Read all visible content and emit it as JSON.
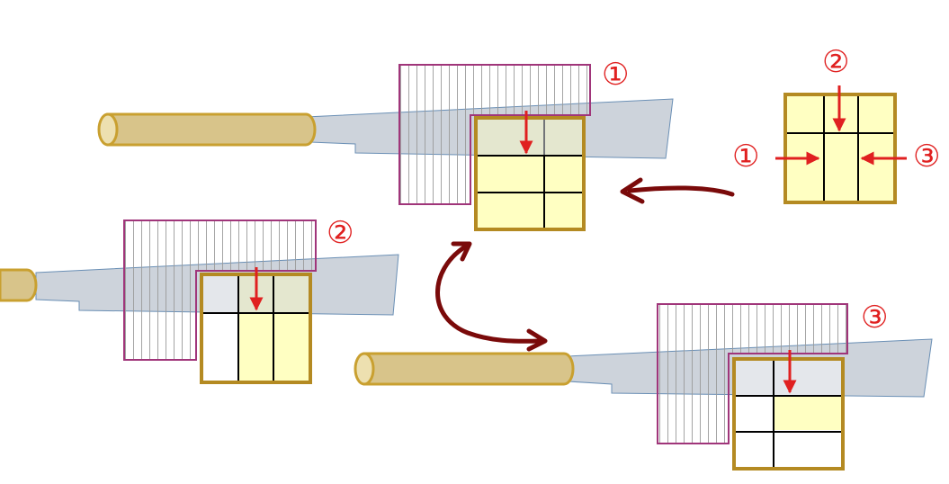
{
  "colors": {
    "blade_fill": "#cdd3db",
    "blade_stroke": "#6a8fb5",
    "handle_fill": "#d8c48a",
    "handle_stroke": "#c9a030",
    "hatch_stroke": "#a0357a",
    "hatch_lines": "#9a9a9a",
    "grid_frame": "#b48a22",
    "grid_fill": "#ffffc2",
    "grid_lines": "#000000",
    "step_red": "#e02020",
    "flow_arrow": "#7a0a0a"
  },
  "labels": {
    "step1": "①",
    "step2": "②",
    "step3": "③",
    "legend_top": "②",
    "legend_left": "①",
    "legend_right": "③"
  }
}
